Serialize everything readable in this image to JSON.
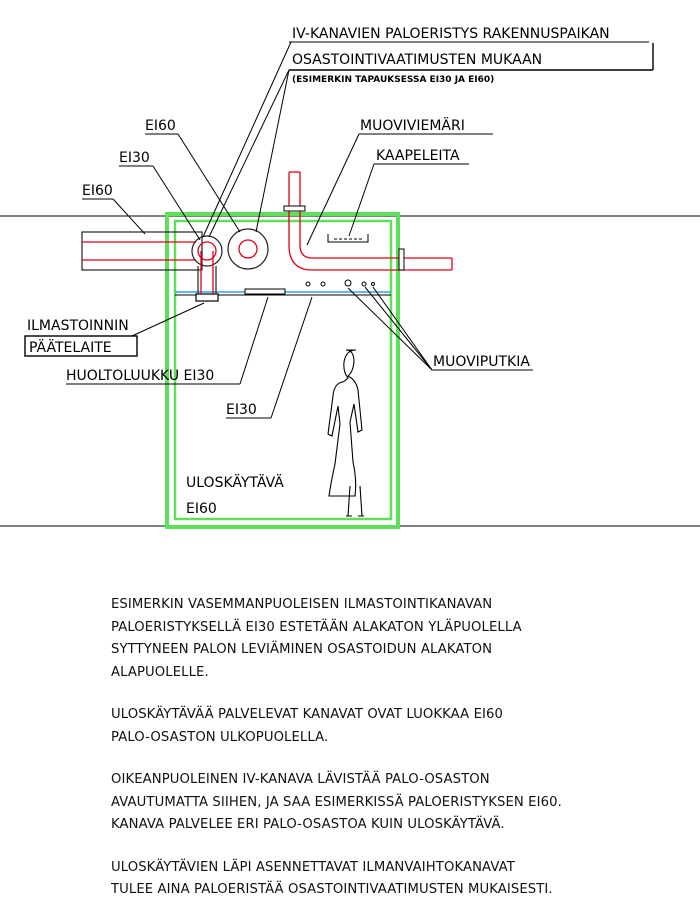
{
  "labels": {
    "header_line1": "IV-KANAVIEN PALOERISTYS RAKENNUSPAIKAN",
    "header_line2": "OSASTOINTIVAATIMUSTEN MUKAAN",
    "header_note": "(ESIMERKIN TAPAUKSESSA EI30 JA EI60)",
    "ei60_upper": "EI60",
    "ei30_upper": "EI30",
    "ei60_left": "EI60",
    "muoviviemari": "MUOVIVIEMÄRI",
    "kaapeleita": "KAAPELEITA",
    "ilmastoinnin": "ILMASTOINNIN",
    "paatelaite": "PÄÄTELAITE",
    "huoltoluukku": "HUOLTOLUUKKU EI30",
    "ei30_lower": "EI30",
    "muoviputkia": "MUOVIPUTKIA",
    "uloskaytava": "ULOSKÄYTÄVÄ",
    "uloskaytava_class": "EI60"
  },
  "notes": [
    "ESIMERKIN VASEMMANPUOLEISEN ILMASTOINTIKANAVAN\nPALOERISTYKSELLÄ EI30 ESTETÄÄN ALAKATON YLÄPUOLELLA\nSYTTYNEEN PALON LEVIÄMINEN OSASTOIDUN ALAKATON\nALAPUOLELLE.",
    "ULOSKÄYTÄVÄÄ PALVELEVAT KANAVAT OVAT LUOKKAA EI60\nPALO-OSASTON ULKOPUOLELLA.",
    "OIKEANPUOLEINEN IV-KANAVA LÄVISTÄÄ PALO-OSASTON\nAVAUTUMATTA SIIHEN, JA SAA ESIMERKISSÄ PALOERISTYKSEN EI60.\nKANAVA PALVELEE ERI PALO-OSASTOA KUIN ULOSKÄYTÄVÄ.",
    "ULOSKÄYTÄVIEN LÄPI ASENNETTAVAT ILMANVAIHTOKANAVAT\nTULEE AINA PALOERISTÄÄ OSASTOINTIVAATIMUSTEN MUKAISESTI."
  ],
  "colors": {
    "fire_compartment": "#5fe05a",
    "pipes": "#e2001a",
    "ceiling": "#3aa0e0"
  }
}
